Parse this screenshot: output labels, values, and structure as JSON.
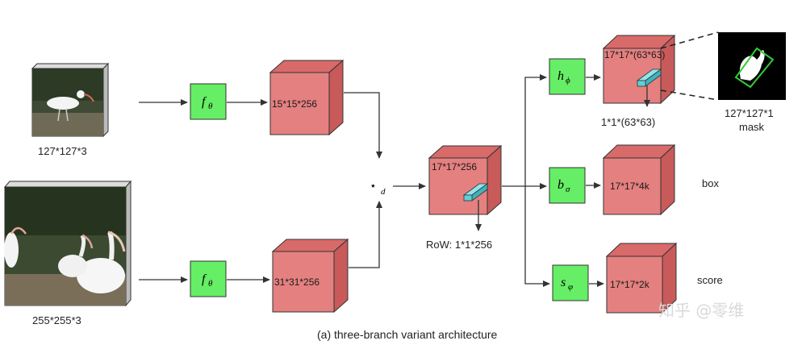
{
  "inputs": {
    "exemplar_size": "127*127*3",
    "search_size": "255*255*3"
  },
  "functions": {
    "f_theta_main": "f",
    "f_theta_sub": "θ",
    "h_phi_main": "h",
    "h_phi_sub": "ϕ",
    "b_sigma_main": "b",
    "b_sigma_sub": "σ",
    "s_varphi_main": "s",
    "s_varphi_sub": "φ"
  },
  "cubes": {
    "exemplar_feat": "15*15*256",
    "search_feat": "31*31*256",
    "response": "17*17*256",
    "mask_branch": "17*17*(63*63)",
    "box_branch": "17*17*4k",
    "score_branch": "17*17*2k"
  },
  "operator": {
    "symbol": "⋆",
    "sub": "d"
  },
  "labels": {
    "row": "RoW: 1*1*256",
    "mask_vector": "1*1*(63*63)",
    "mask_output_size": "127*127*1",
    "mask_output_name": "mask",
    "box": "box",
    "score": "score"
  },
  "caption": "(a) three-branch  variant architecture",
  "watermark": "知乎 @零维",
  "colors": {
    "cube_front": "#e58080",
    "cube_top": "#d96a6a",
    "cube_side": "#c85a5a",
    "func_box": "#66ee66",
    "row_bar": "#5fd0d8",
    "mask_outline": "#33cc33"
  }
}
